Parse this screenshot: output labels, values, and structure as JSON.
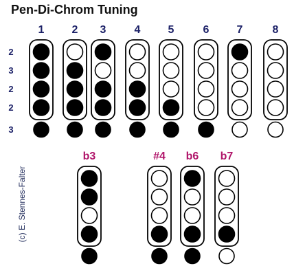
{
  "title": "Pen-Di-Chrom Tuning",
  "credit": "(c) E. Stennes-Falter",
  "colors": {
    "numbers": "#1a1f66",
    "accidentals": "#b0156a",
    "filled": "#000000",
    "empty": "#ffffff",
    "stroke": "#000000"
  },
  "row_labels": [
    "2",
    "3",
    "2",
    "2",
    "3"
  ],
  "main": [
    {
      "label": "1",
      "holes": [
        1,
        1,
        1,
        1
      ],
      "bottom": 1
    },
    {
      "label": "2",
      "holes": [
        0,
        1,
        1,
        1
      ],
      "bottom": 1
    },
    {
      "label": "3",
      "holes": [
        1,
        0,
        1,
        1
      ],
      "bottom": 1
    },
    {
      "label": "4",
      "holes": [
        0,
        0,
        1,
        1
      ],
      "bottom": 1
    },
    {
      "label": "5",
      "holes": [
        0,
        0,
        0,
        1
      ],
      "bottom": 1
    },
    {
      "label": "6",
      "holes": [
        0,
        0,
        0,
        0
      ],
      "bottom": 1
    },
    {
      "label": "7",
      "holes": [
        1,
        0,
        0,
        0
      ],
      "bottom": 0
    },
    {
      "label": "8",
      "holes": [
        0,
        0,
        0,
        0
      ],
      "bottom": 0
    }
  ],
  "chromatic": [
    {
      "label": "b3",
      "holes": [
        1,
        1,
        0,
        1
      ],
      "bottom": 1
    },
    {
      "label": "#4",
      "holes": [
        0,
        0,
        0,
        1
      ],
      "bottom": 1
    },
    {
      "label": "b6",
      "holes": [
        1,
        0,
        0,
        1
      ],
      "bottom": 1
    },
    {
      "label": "b7",
      "holes": [
        0,
        0,
        0,
        1
      ],
      "bottom": 0
    }
  ]
}
